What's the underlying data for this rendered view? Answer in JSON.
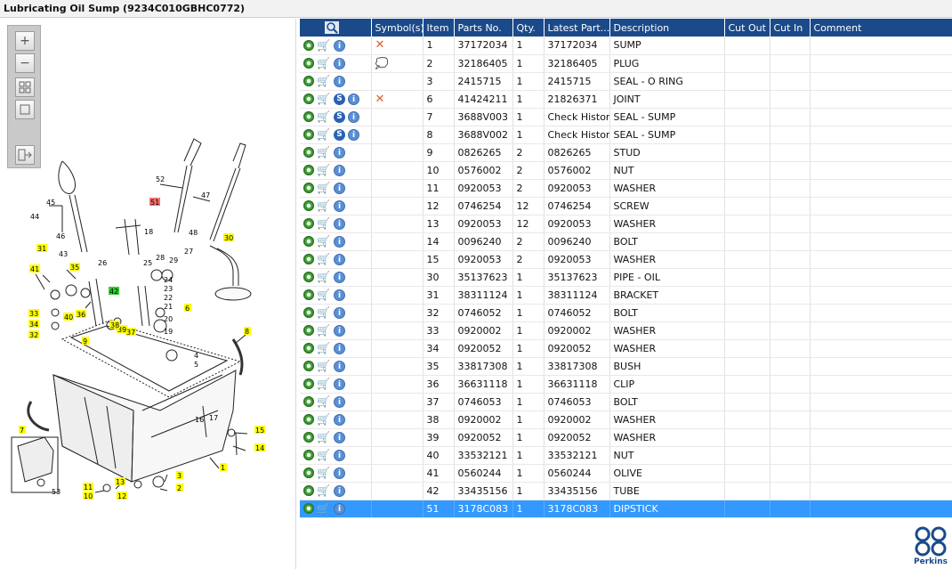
{
  "window": {
    "title": "Lubricating Oil Sump (9234C010GBHC0772)"
  },
  "toolbar": {
    "zoom_in": "+",
    "zoom_out": "−",
    "fit_icon": "fit-page-icon",
    "actual_icon": "actual-size-icon",
    "export_icon": "export-icon"
  },
  "table": {
    "columns": [
      "",
      "Symbol(s)",
      "Item",
      "Parts No.",
      "Qty.",
      "Latest Part...",
      "Description",
      "Cut Out",
      "Cut In",
      "Comment"
    ],
    "rows": [
      {
        "sym": "x",
        "s": false,
        "item": "1",
        "part": "37172034",
        "qty": "1",
        "latest": "37172034",
        "desc": "SUMP"
      },
      {
        "sym": "tip",
        "s": false,
        "item": "2",
        "part": "32186405",
        "qty": "1",
        "latest": "32186405",
        "desc": "PLUG"
      },
      {
        "sym": "",
        "s": false,
        "item": "3",
        "part": "2415715",
        "qty": "1",
        "latest": "2415715",
        "desc": "SEAL - O RING"
      },
      {
        "sym": "x",
        "s": true,
        "item": "6",
        "part": "41424211",
        "qty": "1",
        "latest": "21826371",
        "desc": "JOINT"
      },
      {
        "sym": "",
        "s": true,
        "item": "7",
        "part": "3688V003",
        "qty": "1",
        "latest": "Check History",
        "desc": "SEAL - SUMP"
      },
      {
        "sym": "",
        "s": true,
        "item": "8",
        "part": "3688V002",
        "qty": "1",
        "latest": "Check History",
        "desc": "SEAL - SUMP"
      },
      {
        "sym": "",
        "s": false,
        "item": "9",
        "part": "0826265",
        "qty": "2",
        "latest": "0826265",
        "desc": "STUD"
      },
      {
        "sym": "",
        "s": false,
        "item": "10",
        "part": "0576002",
        "qty": "2",
        "latest": "0576002",
        "desc": "NUT"
      },
      {
        "sym": "",
        "s": false,
        "item": "11",
        "part": "0920053",
        "qty": "2",
        "latest": "0920053",
        "desc": "WASHER"
      },
      {
        "sym": "",
        "s": false,
        "item": "12",
        "part": "0746254",
        "qty": "12",
        "latest": "0746254",
        "desc": "SCREW"
      },
      {
        "sym": "",
        "s": false,
        "item": "13",
        "part": "0920053",
        "qty": "12",
        "latest": "0920053",
        "desc": "WASHER"
      },
      {
        "sym": "",
        "s": false,
        "item": "14",
        "part": "0096240",
        "qty": "2",
        "latest": "0096240",
        "desc": "BOLT"
      },
      {
        "sym": "",
        "s": false,
        "item": "15",
        "part": "0920053",
        "qty": "2",
        "latest": "0920053",
        "desc": "WASHER"
      },
      {
        "sym": "",
        "s": false,
        "item": "30",
        "part": "35137623",
        "qty": "1",
        "latest": "35137623",
        "desc": "PIPE - OIL"
      },
      {
        "sym": "",
        "s": false,
        "item": "31",
        "part": "38311124",
        "qty": "1",
        "latest": "38311124",
        "desc": "BRACKET"
      },
      {
        "sym": "",
        "s": false,
        "item": "32",
        "part": "0746052",
        "qty": "1",
        "latest": "0746052",
        "desc": "BOLT"
      },
      {
        "sym": "",
        "s": false,
        "item": "33",
        "part": "0920002",
        "qty": "1",
        "latest": "0920002",
        "desc": "WASHER"
      },
      {
        "sym": "",
        "s": false,
        "item": "34",
        "part": "0920052",
        "qty": "1",
        "latest": "0920052",
        "desc": "WASHER"
      },
      {
        "sym": "",
        "s": false,
        "item": "35",
        "part": "33817308",
        "qty": "1",
        "latest": "33817308",
        "desc": "BUSH"
      },
      {
        "sym": "",
        "s": false,
        "item": "36",
        "part": "36631118",
        "qty": "1",
        "latest": "36631118",
        "desc": "CLIP"
      },
      {
        "sym": "",
        "s": false,
        "item": "37",
        "part": "0746053",
        "qty": "1",
        "latest": "0746053",
        "desc": "BOLT"
      },
      {
        "sym": "",
        "s": false,
        "item": "38",
        "part": "0920002",
        "qty": "1",
        "latest": "0920002",
        "desc": "WASHER"
      },
      {
        "sym": "",
        "s": false,
        "item": "39",
        "part": "0920052",
        "qty": "1",
        "latest": "0920052",
        "desc": "WASHER"
      },
      {
        "sym": "",
        "s": false,
        "item": "40",
        "part": "33532121",
        "qty": "1",
        "latest": "33532121",
        "desc": "NUT"
      },
      {
        "sym": "",
        "s": false,
        "item": "41",
        "part": "0560244",
        "qty": "1",
        "latest": "0560244",
        "desc": "OLIVE"
      },
      {
        "sym": "",
        "s": false,
        "item": "42",
        "part": "33435156",
        "qty": "1",
        "latest": "33435156",
        "desc": "TUBE"
      },
      {
        "sym": "",
        "s": false,
        "item": "51",
        "part": "3178C083",
        "qty": "1",
        "latest": "3178C083",
        "desc": "DIPSTICK",
        "selected": true
      }
    ]
  },
  "callouts": {
    "yellow": [
      "31",
      "41",
      "35",
      "33",
      "34",
      "32",
      "40",
      "36",
      "37",
      "39",
      "38",
      "9",
      "7",
      "11",
      "10",
      "13",
      "12",
      "3",
      "2",
      "1",
      "15",
      "14",
      "6",
      "8",
      "30"
    ],
    "plain": [
      "52",
      "47",
      "45",
      "44",
      "46",
      "43",
      "26",
      "18",
      "28",
      "29",
      "25",
      "27",
      "48",
      "24",
      "23",
      "22",
      "21",
      "20",
      "19",
      "4",
      "5",
      "16",
      "17",
      "53"
    ],
    "highlighted": [
      "51"
    ],
    "green": [
      "42"
    ]
  },
  "logo": {
    "name": "perkins-logo",
    "text": "Perkins"
  },
  "colors": {
    "header": "#1a4a8a",
    "selection": "#3399ff",
    "callout_yellow": "#ffff00",
    "callout_pink": "#f07070",
    "callout_green": "#33cc33"
  }
}
